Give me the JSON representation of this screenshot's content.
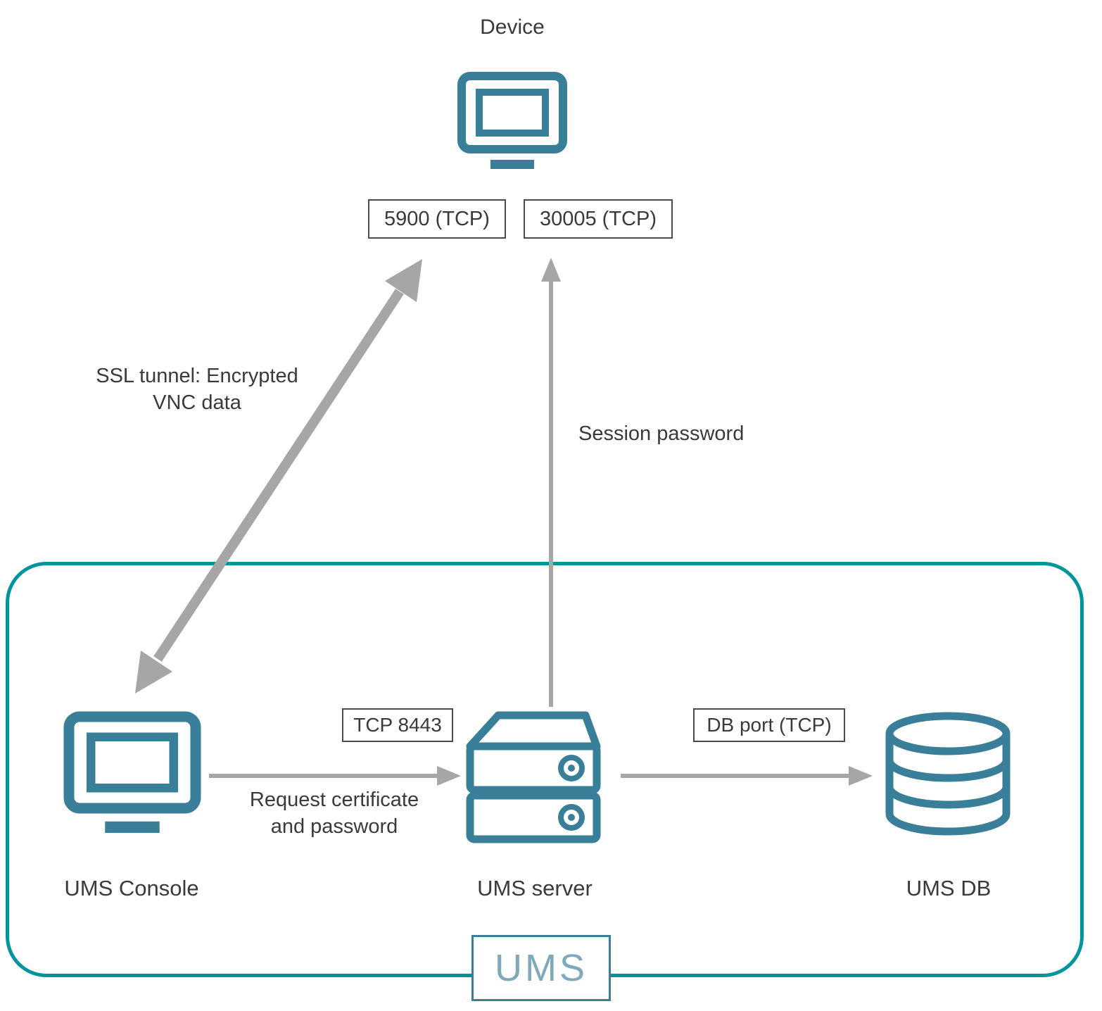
{
  "colors": {
    "icon_teal": "#3a7f99",
    "group_teal": "#00959d",
    "arrow_gray": "#a6a6a6",
    "text_dark": "#3a3a3a",
    "ums_text": "#7fa9ba",
    "port_box_border": "#4b4b4b"
  },
  "nodes": {
    "device": {
      "label": "Device"
    },
    "ums_console": {
      "label": "UMS Console"
    },
    "ums_server": {
      "label": "UMS server"
    },
    "ums_db": {
      "label": "UMS DB"
    },
    "ums_group": {
      "label": "UMS"
    }
  },
  "ports": {
    "vnc": "5900 (TCP)",
    "session": "30005 (TCP)",
    "server": "TCP 8443",
    "db": "DB port (TCP)"
  },
  "edges": {
    "ssl_tunnel": "SSL tunnel: Encrypted\nVNC data",
    "session_password": "Session password",
    "request_certificate": "Request certificate\nand password"
  }
}
